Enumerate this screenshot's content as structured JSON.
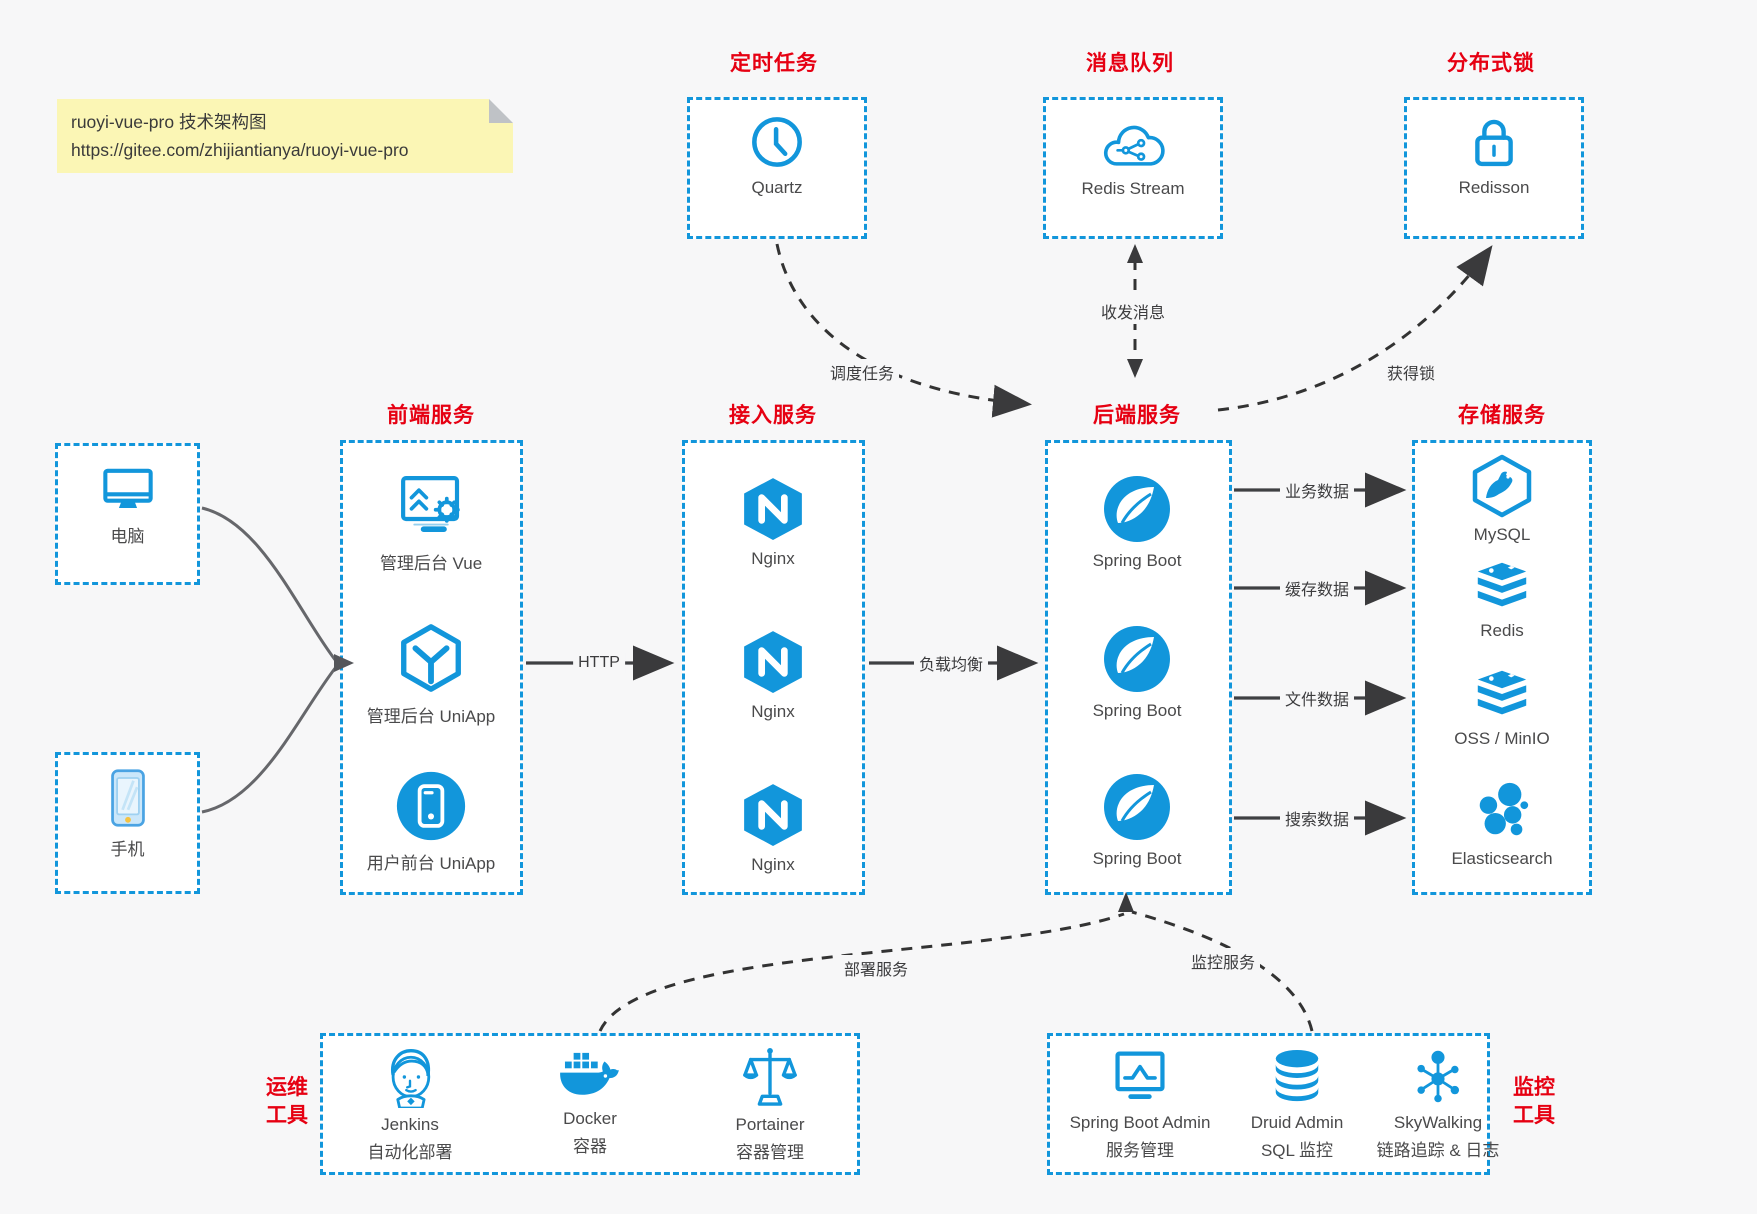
{
  "note": {
    "title": "ruoyi-vue-pro 技术架构图",
    "url": "https://gitee.com/zhijiantianya/ruoyi-vue-pro"
  },
  "groups": {
    "scheduler": {
      "title": "定时任务",
      "items": [
        {
          "label": "Quartz"
        }
      ]
    },
    "mq": {
      "title": "消息队列",
      "items": [
        {
          "label": "Redis Stream"
        }
      ]
    },
    "lock": {
      "title": "分布式锁",
      "items": [
        {
          "label": "Redisson"
        }
      ]
    },
    "clients": {
      "items": [
        {
          "label": "电脑"
        },
        {
          "label": "手机"
        }
      ]
    },
    "frontend": {
      "title": "前端服务",
      "items": [
        {
          "label": "管理后台 Vue"
        },
        {
          "label": "管理后台 UniApp"
        },
        {
          "label": "用户前台 UniApp"
        }
      ]
    },
    "gateway": {
      "title": "接入服务",
      "items": [
        {
          "label": "Nginx"
        },
        {
          "label": "Nginx"
        },
        {
          "label": "Nginx"
        }
      ]
    },
    "backend": {
      "title": "后端服务",
      "items": [
        {
          "label": "Spring Boot"
        },
        {
          "label": "Spring Boot"
        },
        {
          "label": "Spring Boot"
        }
      ]
    },
    "storage": {
      "title": "存储服务",
      "items": [
        {
          "label": "MySQL"
        },
        {
          "label": "Redis"
        },
        {
          "label": "OSS / MinIO"
        },
        {
          "label": "Elasticsearch"
        }
      ]
    },
    "ops": {
      "title_line1": "运维",
      "title_line2": "工具",
      "items": [
        {
          "label": "Jenkins",
          "sub": "自动化部署"
        },
        {
          "label": "Docker",
          "sub": "容器"
        },
        {
          "label": "Portainer",
          "sub": "容器管理"
        }
      ]
    },
    "monitor": {
      "title_line1": "监控",
      "title_line2": "工具",
      "items": [
        {
          "label": "Spring Boot Admin",
          "sub": "服务管理"
        },
        {
          "label": "Druid Admin",
          "sub": "SQL 监控"
        },
        {
          "label": "SkyWalking",
          "sub": "链路追踪 & 日志"
        }
      ]
    }
  },
  "edges": {
    "http": "HTTP",
    "load_balance": "负载均衡",
    "schedule": "调度任务",
    "message": "收发消息",
    "lock": "获得锁",
    "biz": "业务数据",
    "cache": "缓存数据",
    "file": "文件数据",
    "search": "搜索数据",
    "deploy": "部署服务",
    "monitor": "监控服务"
  },
  "colors": {
    "accent": "#1296db",
    "title_red": "#e60012",
    "note_bg": "#fbf6b5"
  }
}
